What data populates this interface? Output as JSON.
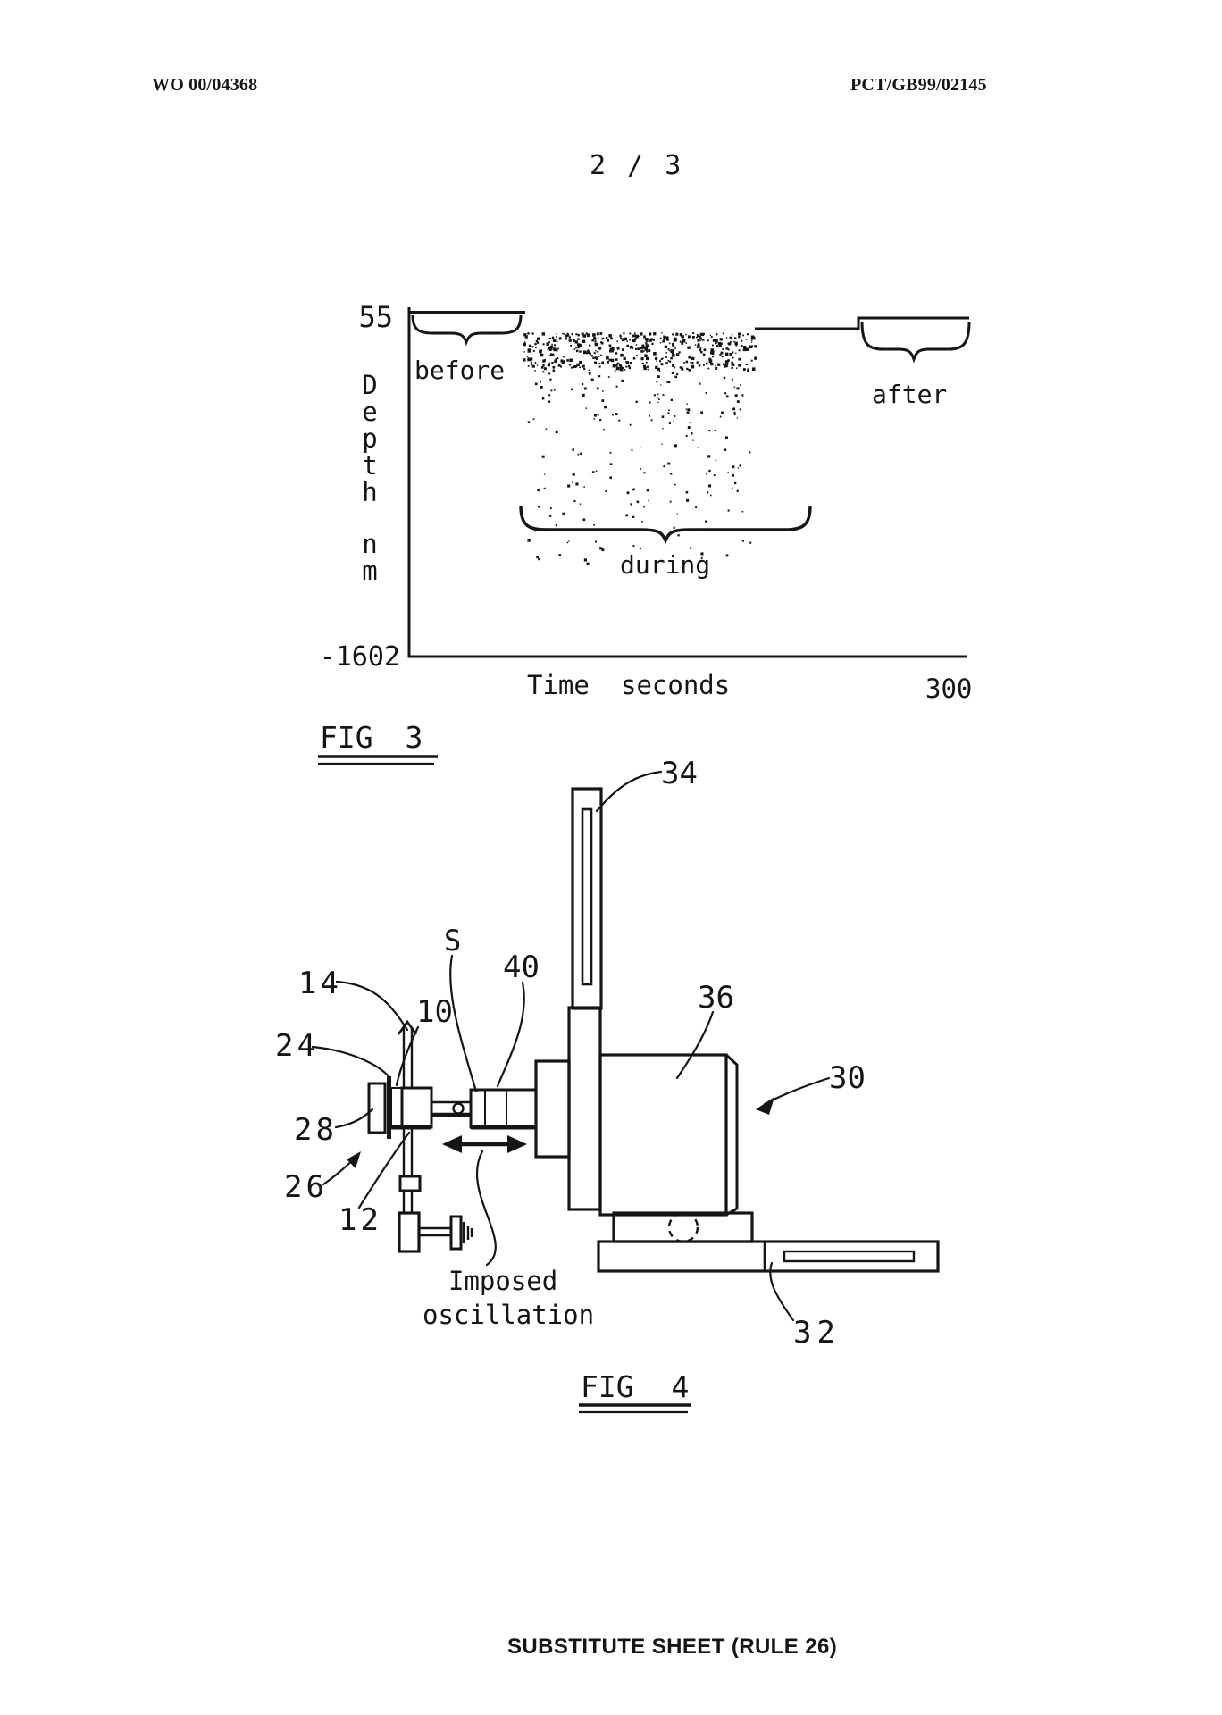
{
  "page": {
    "header_left": "WO 00/04368",
    "header_right": "PCT/GB99/02145",
    "page_indicator": "2 / 3",
    "footer": "SUBSTITUTE SHEET (RULE 26)"
  },
  "fig3": {
    "caption": "FIG 3",
    "y_axis": {
      "top_tick": "55",
      "bottom_tick": "-1602",
      "title_letters": [
        "D",
        "e",
        "p",
        "t",
        "h"
      ],
      "unit_letters": [
        "n",
        "m"
      ]
    },
    "x_axis": {
      "title_word1": "Time",
      "title_word2": "seconds",
      "end_tick": "300"
    },
    "phases": {
      "before": "before",
      "during": "during",
      "after": "after"
    }
  },
  "fig4": {
    "caption": "FIG 4",
    "annotation": {
      "line1": "Imposed",
      "line2": "oscillation"
    },
    "ref_labels": {
      "sample": "S",
      "r10": "10",
      "r12": "12",
      "r14": "14",
      "r24": "24",
      "r26": "26",
      "r28": "28",
      "r30": "30",
      "r32": "32",
      "r34": "34",
      "r36": "36",
      "r40": "40"
    }
  },
  "chart_data": {
    "type": "scatter",
    "title": "",
    "xlabel": "Time seconds",
    "ylabel": "Depth nm",
    "xlim": [
      0,
      300
    ],
    "ylim": [
      -1602,
      55
    ],
    "x_tick_labels": [
      "300"
    ],
    "y_tick_labels": [
      "55",
      "-1602"
    ],
    "grid": false,
    "legend": false,
    "annotations": [
      "before",
      "during",
      "after"
    ],
    "series": [
      {
        "name": "before",
        "type": "line",
        "x_frac_range": [
          0.0,
          0.21
        ],
        "depth_nm": 55,
        "note": "flat trace at surface level before process"
      },
      {
        "name": "during",
        "type": "scatter",
        "x_frac_range": [
          0.21,
          0.62
        ],
        "depth_nm_range": [
          55,
          -1100
        ],
        "note": "dense dot band at surface with sparse dots scattered downward"
      },
      {
        "name": "after",
        "type": "line",
        "x_frac_range": [
          0.62,
          1.0
        ],
        "depth_nm": -20,
        "note": "flat trace slightly below start level with small step up near end"
      }
    ],
    "scatter_params": {
      "seed": 20,
      "band_count": 430,
      "tail_count": 240
    }
  }
}
